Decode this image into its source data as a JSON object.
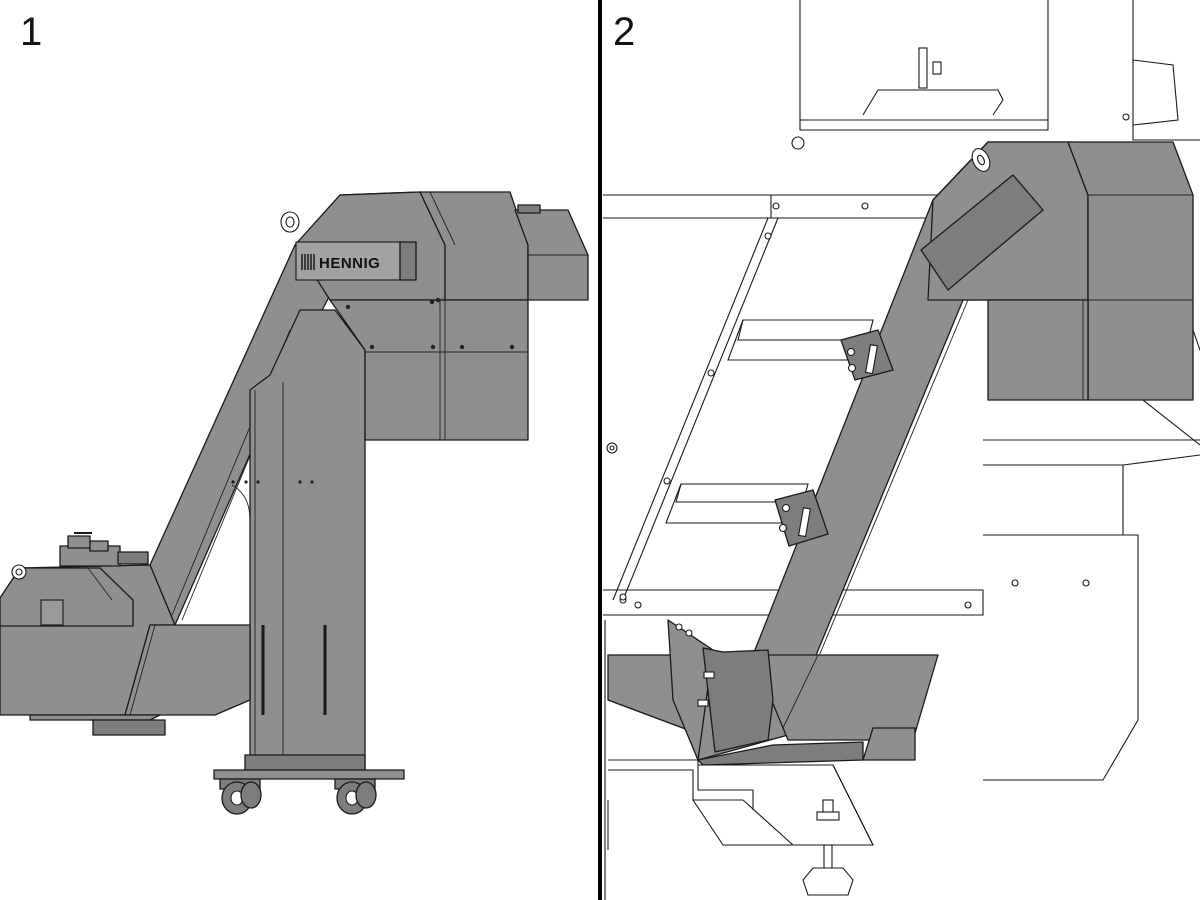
{
  "panels": [
    {
      "number": "1"
    },
    {
      "number": "2"
    }
  ],
  "machine": {
    "brand": "HENNIG"
  },
  "colors": {
    "body": "#8f8f8f",
    "outline": "#1a1a1a",
    "background": "#ffffff"
  }
}
